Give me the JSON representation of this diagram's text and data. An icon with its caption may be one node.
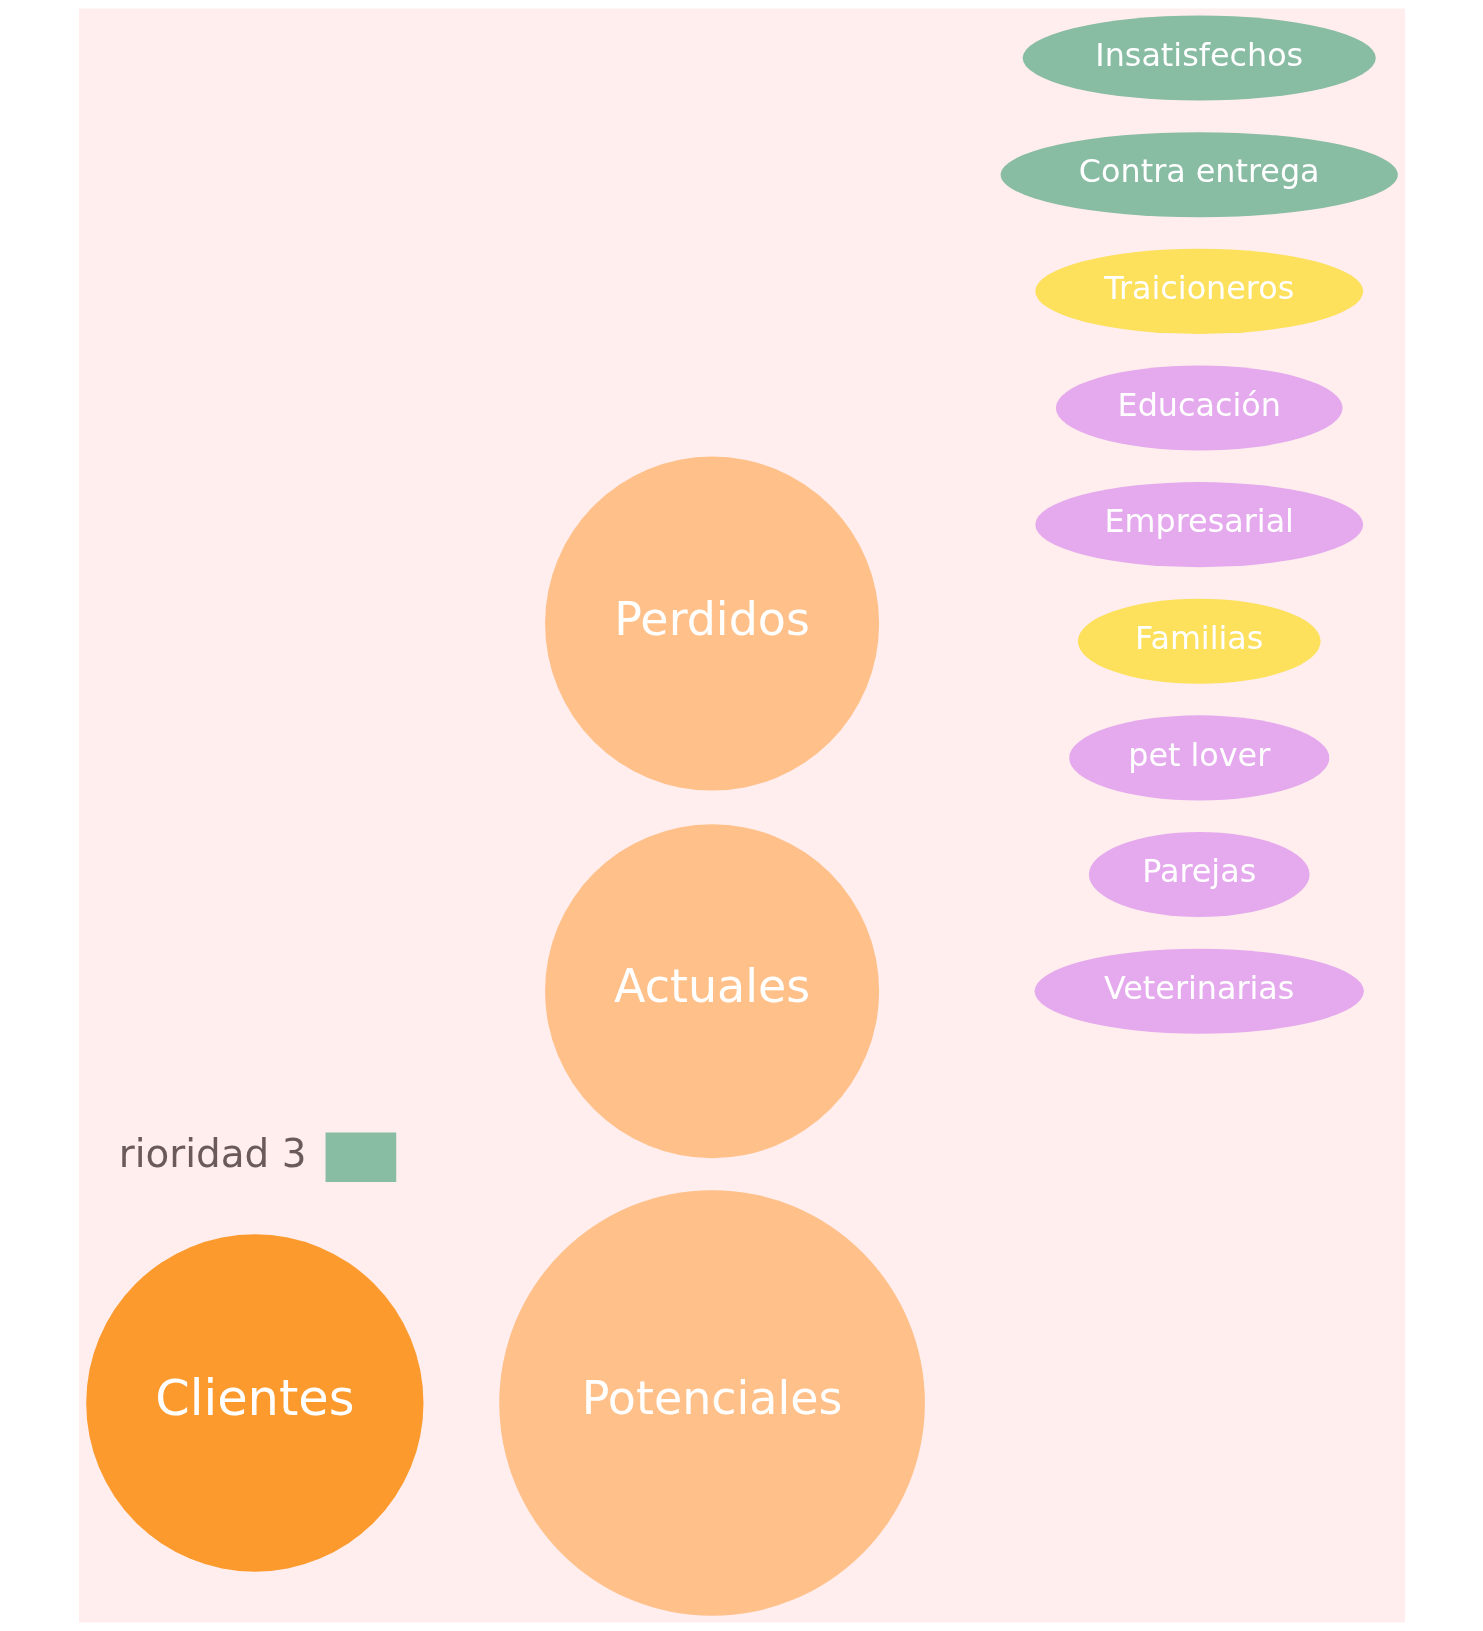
{
  "diagram": {
    "nodes": [
      {
        "text": [
          "Clientes"
        ]
      },
      {
        "text": [
          "Actuales"
        ]
      },
      {
        "text": [
          "Potenciales"
        ]
      },
      {
        "text": [
          "Perdidos"
        ]
      },
      {
        "text": [
          "Parejas"
        ]
      },
      {
        "text": [
          "pet lover"
        ]
      },
      {
        "text": [
          "Familias"
        ]
      },
      {
        "text": [
          "Empresarial"
        ]
      },
      {
        "text": [
          "Veterinarias"
        ]
      },
      {
        "text": [
          "Educación"
        ]
      },
      {
        "text": [
          "Traicioneros"
        ]
      },
      {
        "text": [
          "Contra entrega"
        ]
      },
      {
        "text": [
          "Insatisfechos"
        ]
      }
    ],
    "legend": [
      {
        "text": "rioridad 3",
        "color": "#88bca3"
      }
    ]
  }
}
